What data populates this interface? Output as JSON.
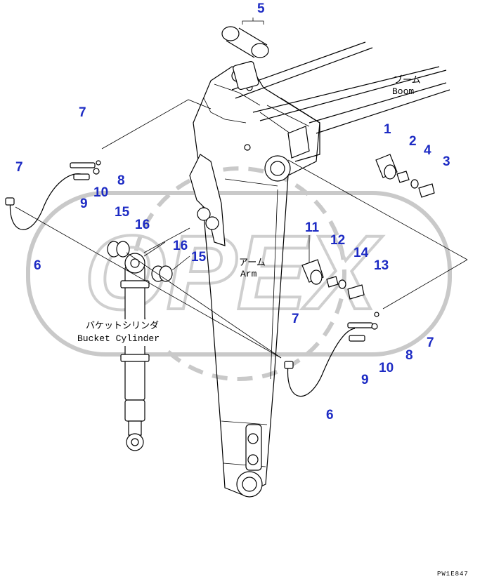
{
  "labels": {
    "boom_jp": "ブーム",
    "boom_en": "Boom",
    "arm_jp": "アーム",
    "arm_en": "Arm",
    "bucket_cyl_jp": "バケットシリンダ",
    "bucket_cyl_en": "Bucket Cylinder"
  },
  "drawing_code": "PW1E847",
  "watermark": "OPEX",
  "callouts": [
    {
      "id": "c5",
      "text": "5"
    },
    {
      "id": "c1",
      "text": "1"
    },
    {
      "id": "c2",
      "text": "2"
    },
    {
      "id": "c4",
      "text": "4"
    },
    {
      "id": "c3",
      "text": "3"
    },
    {
      "id": "c7a",
      "text": "7"
    },
    {
      "id": "c8a",
      "text": "8"
    },
    {
      "id": "c10a",
      "text": "10"
    },
    {
      "id": "c9a",
      "text": "9"
    },
    {
      "id": "c7b",
      "text": "7"
    },
    {
      "id": "c6a",
      "text": "6"
    },
    {
      "id": "c15a",
      "text": "15"
    },
    {
      "id": "c16a",
      "text": "16"
    },
    {
      "id": "c16b",
      "text": "16"
    },
    {
      "id": "c15b",
      "text": "15"
    },
    {
      "id": "c11",
      "text": "11"
    },
    {
      "id": "c12",
      "text": "12"
    },
    {
      "id": "c14",
      "text": "14"
    },
    {
      "id": "c13",
      "text": "13"
    },
    {
      "id": "c7c",
      "text": "7"
    },
    {
      "id": "c7d",
      "text": "7"
    },
    {
      "id": "c8b",
      "text": "8"
    },
    {
      "id": "c10b",
      "text": "10"
    },
    {
      "id": "c9b",
      "text": "9"
    },
    {
      "id": "c6b",
      "text": "6"
    }
  ]
}
